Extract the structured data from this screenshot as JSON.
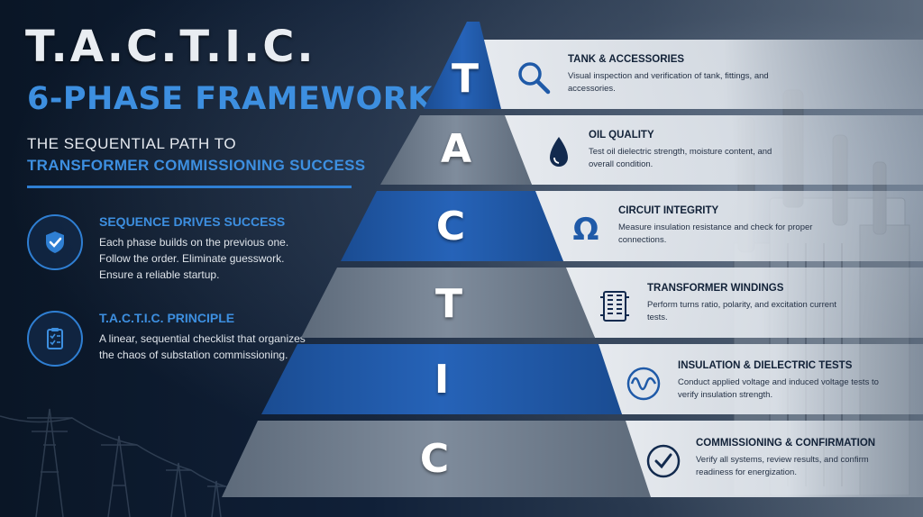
{
  "header": {
    "title": "T.A.C.T.I.C.",
    "subtitle": "6-PHASE FRAMEWORK",
    "tagline_line1": "THE SEQUENTIAL PATH TO",
    "tagline_line2": "TRANSFORMER COMMISSIONING SUCCESS"
  },
  "features": [
    {
      "icon": "shield-check-icon",
      "title": "SEQUENCE DRIVES SUCCESS",
      "text": "Each phase builds on the previous one. Follow the order. Eliminate guesswork. Ensure a reliable startup."
    },
    {
      "icon": "clipboard-checklist-icon",
      "title": "T.A.C.T.I.C. PRINCIPLE",
      "text": "A linear, sequential checklist that organizes the chaos of substation commissioning."
    }
  ],
  "pyramid": {
    "letters": [
      "T",
      "A",
      "C",
      "T",
      "I",
      "C"
    ],
    "colors": {
      "blue": "#1f5aa8",
      "gray": "#6f7c8c"
    }
  },
  "phases": [
    {
      "icon": "magnifier-icon",
      "title": "TANK & ACCESSORIES",
      "description": "Visual inspection and verification of tank, fittings, and accessories."
    },
    {
      "icon": "oil-drop-icon",
      "title": "OIL QUALITY",
      "description": "Test oil dielectric strength, moisture content, and overall condition."
    },
    {
      "icon": "omega-icon",
      "title": "CIRCUIT INTEGRITY",
      "description": "Measure insulation resistance and check for proper connections."
    },
    {
      "icon": "coil-icon",
      "title": "TRANSFORMER WINDINGS",
      "description": "Perform turns ratio, polarity, and excitation current tests."
    },
    {
      "icon": "sine-wave-icon",
      "title": "INSULATION & DIELECTRIC TESTS",
      "description": "Conduct applied voltage and induced voltage tests to verify insulation strength."
    },
    {
      "icon": "checkmark-circle-icon",
      "title": "COMMISSIONING & CONFIRMATION",
      "description": "Verify all systems, review results, and confirm readiness for energization."
    }
  ]
}
